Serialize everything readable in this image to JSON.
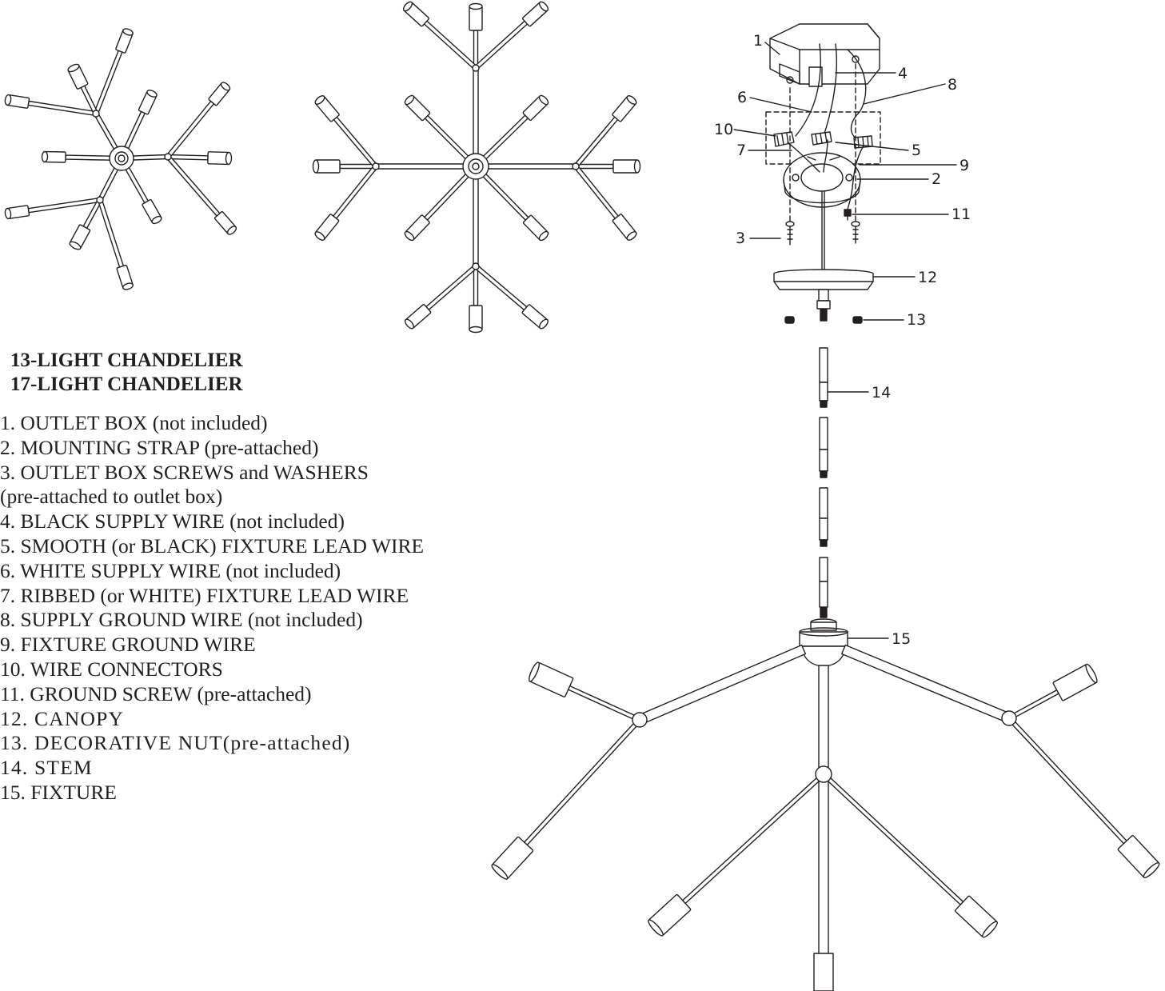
{
  "titles": [
    "13-LIGHT CHANDELIER",
    "17-LIGHT CHANDELIER"
  ],
  "parts": [
    {
      "text": " 1. OUTLET BOX (not included)"
    },
    {
      "text": " 2. MOUNTING STRAP  (pre-attached)"
    },
    {
      "text": " 3. OUTLET BOX SCREWS and WASHERS"
    },
    {
      "text": "    (pre-attached to outlet box)"
    },
    {
      "text": " 4. BLACK SUPPLY WIRE (not included)"
    },
    {
      "text": " 5. SMOOTH (or BLACK) FIXTURE LEAD WIRE"
    },
    {
      "text": " 6. WHITE SUPPLY WIRE (not included)"
    },
    {
      "text": " 7. RIBBED (or WHITE) FIXTURE LEAD WIRE"
    },
    {
      "text": " 8. SUPPLY GROUND WIRE (not included)"
    },
    {
      "text": " 9. FIXTURE GROUND WIRE"
    },
    {
      "text": "10. WIRE CONNECTORS"
    },
    {
      "text": "11. GROUND SCREW (pre-attached)"
    },
    {
      "text": "12. CANOPY"
    },
    {
      "text": "13. DECORATIVE NUT(pre-attached)"
    },
    {
      "text": "14. STEM"
    },
    {
      "text": "15. FIXTURE"
    }
  ],
  "callouts": [
    "1",
    "2",
    "3",
    "4",
    "5",
    "6",
    "7",
    "8",
    "9",
    "10",
    "11",
    "12",
    "13",
    "14",
    "15"
  ],
  "colors": {
    "ink": "#231f20",
    "background": "#ffffff"
  }
}
